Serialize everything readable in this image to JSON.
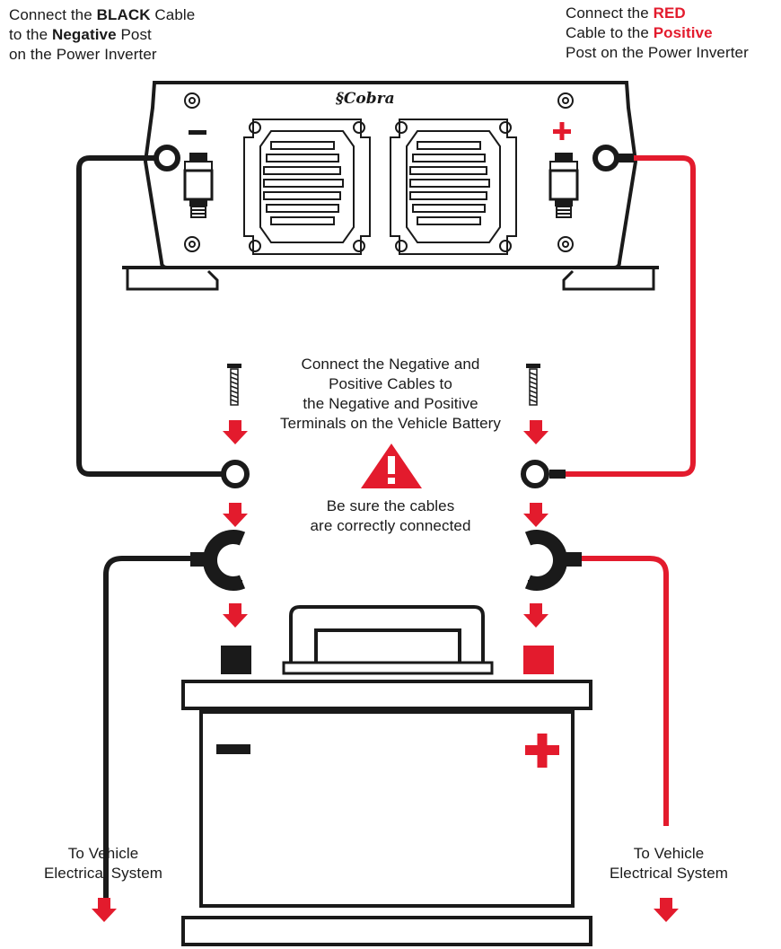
{
  "notes": {
    "left": {
      "line1_pre": "Connect the ",
      "line1_bold": "BLACK",
      "line1_post": " Cable",
      "line2_pre": "to the ",
      "line2_bold": "Negative",
      "line2_post": " Post",
      "line3": "on the Power Inverter"
    },
    "right": {
      "line1_pre": "Connect the ",
      "line1_bold": "RED",
      "line2_pre": "Cable to the ",
      "line2_bold": "Positive",
      "line3": "Post on the Power Inverter"
    },
    "center": {
      "line1": "Connect the Negative and",
      "line2": "Positive Cables to",
      "line3": "the Negative and Positive",
      "line4": "Terminals on the Vehicle Battery"
    },
    "warning": {
      "line1": "Be sure the cables",
      "line2": "are correctly connected"
    },
    "bottom_left": {
      "line1": "To Vehicle",
      "line2": "Electrical System"
    },
    "bottom_right": {
      "line1": "To Vehicle",
      "line2": "Electrical System"
    }
  },
  "inverter": {
    "brand": "Cobra",
    "negative_symbol": "−",
    "positive_symbol": "+"
  },
  "battery": {
    "negative_symbol": "−",
    "positive_symbol": "+"
  },
  "colors": {
    "red": "#e31b2d",
    "black": "#1a1a1a"
  },
  "icons": [
    "warning-triangle-icon",
    "down-arrow-icon",
    "bolt-icon",
    "ring-terminal-icon",
    "cable-clamp-icon"
  ]
}
